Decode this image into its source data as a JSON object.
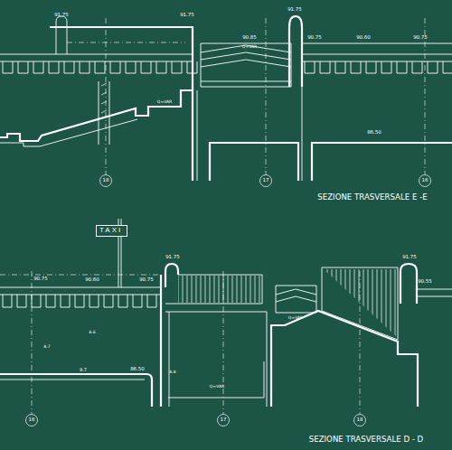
{
  "diagram": {
    "nodes": [
      {
        "text": [
          "TAXI"
        ]
      }
    ],
    "labels": [
      "91.75",
      "91.75",
      "91.75",
      "90.85",
      "Q=VAR",
      "90.75",
      "90.60",
      "90.75",
      "Q=VAR",
      "86.50",
      "18",
      "17",
      "16",
      "SEZIONE TRASVERSALE  E -E",
      "91.75",
      "91.75",
      "90.75",
      "90.60",
      "90.75",
      "90.55",
      "Q=VAR",
      "A.6",
      "A.7",
      "9.7",
      "86.50",
      "A.8",
      "Q=VAR",
      "16",
      "17",
      "18",
      "SEZIONE TRASVERSALE  D - D"
    ]
  }
}
